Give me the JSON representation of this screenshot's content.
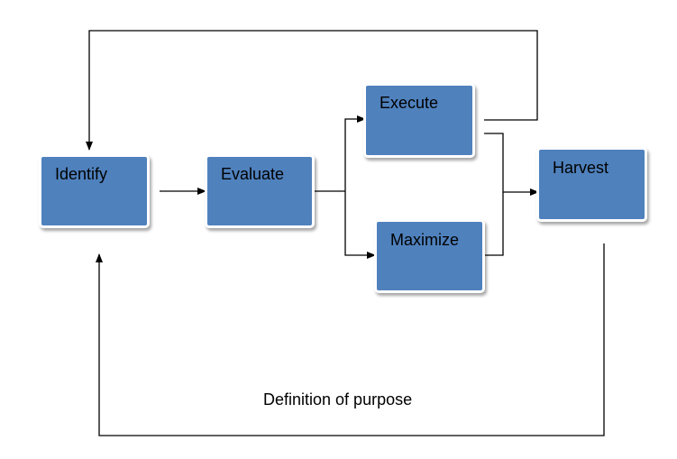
{
  "diagram": {
    "node_color": "#4F81BD",
    "line_color": "#000000",
    "nodes": {
      "identify": "Identify",
      "evaluate": "Evaluate",
      "execute": "Execute",
      "maximize": "Maximize",
      "harvest": "Harvest"
    },
    "caption": "Definition of purpose"
  }
}
